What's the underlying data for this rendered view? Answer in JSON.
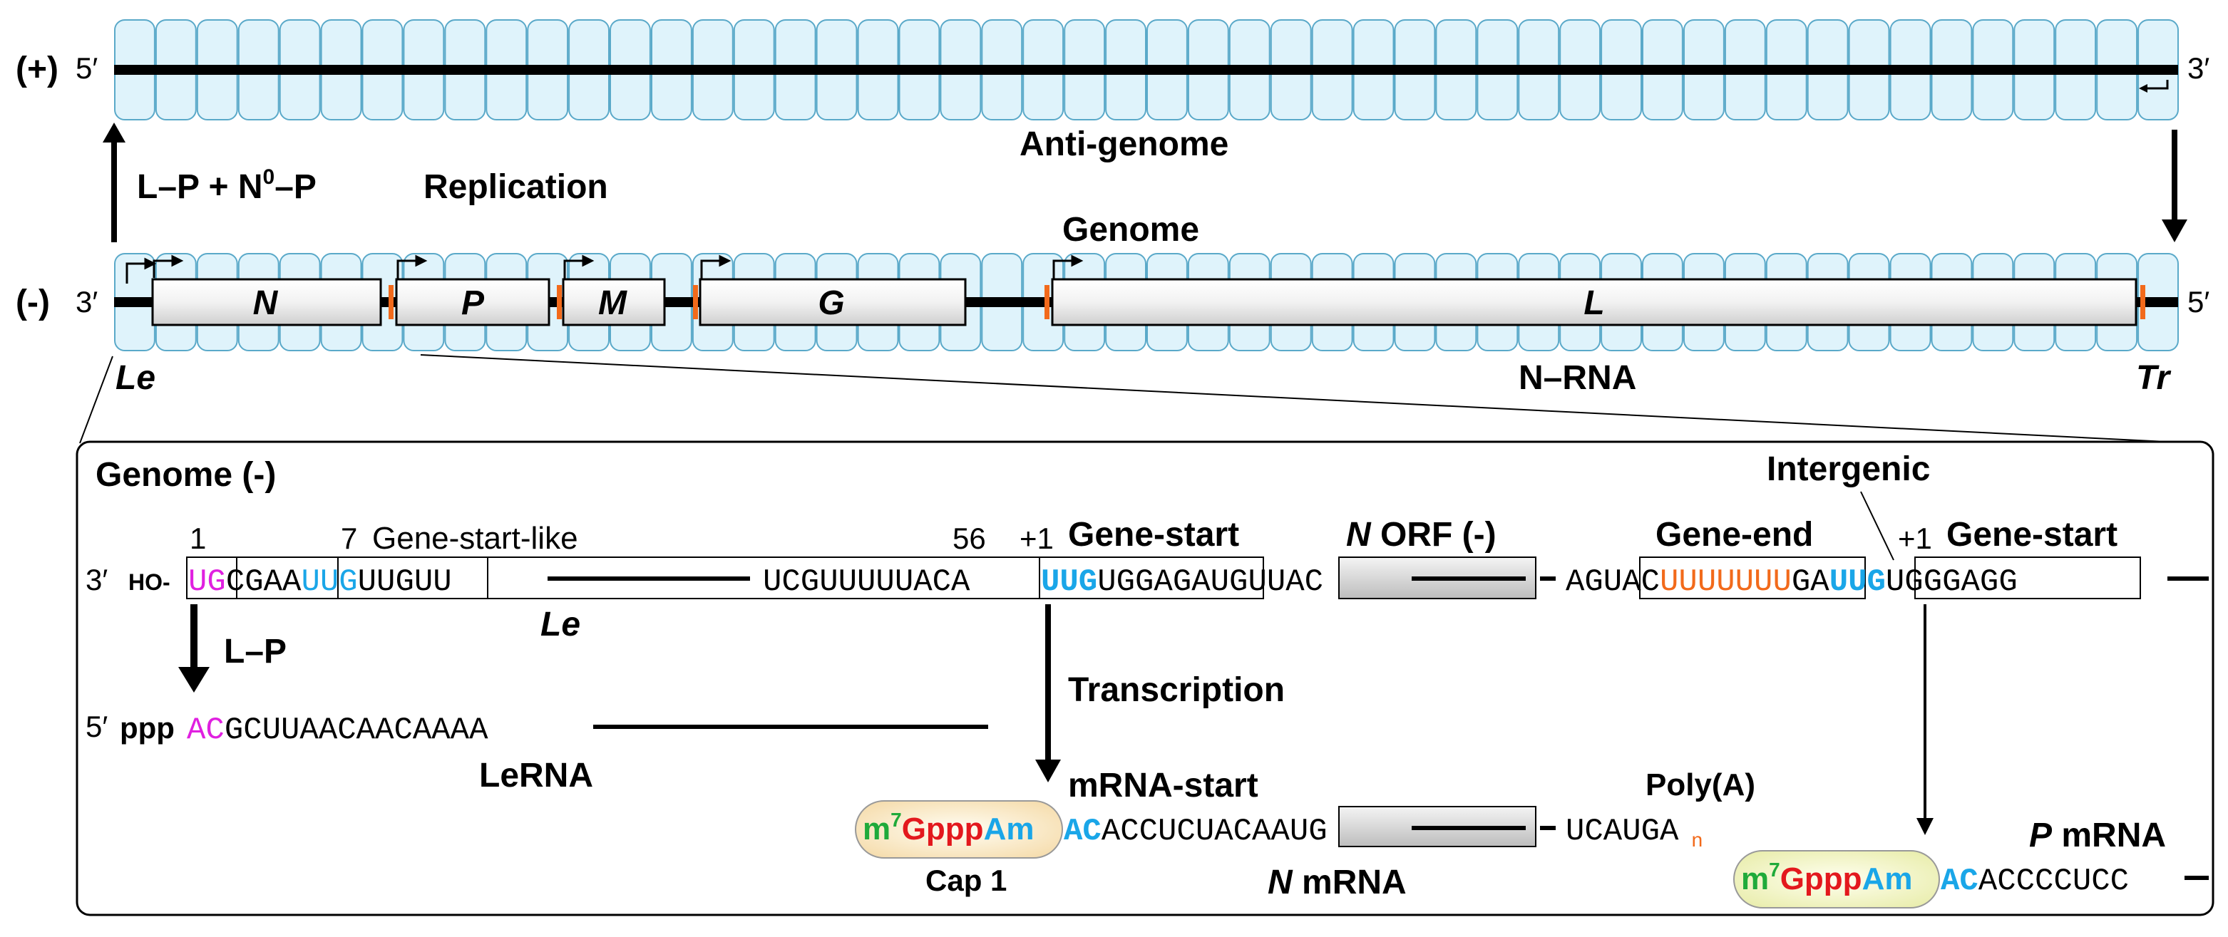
{
  "colors": {
    "nucleocapsid_fill": "#dff3fb",
    "nucleocapsid_stroke": "#5aa9c9",
    "orange": "#f26a1b",
    "magenta": "#e020e0",
    "cyan": "#1aa6e8",
    "green": "#1faa3a",
    "red": "#e3181d",
    "box_gray": "#dcdcdc",
    "cap_fill": "#fbeec9"
  },
  "top": {
    "plus_label": "(+)",
    "five_prime_left": "5′",
    "three_prime_right": "3′",
    "antigenome_label": "Anti-genome",
    "lp_n0p_label": "L–P + N",
    "lp_n0p_sup": "0",
    "lp_n0p_tail": "–P",
    "replication_label": "Replication",
    "genome_label": "Genome",
    "minus_label": "(-)",
    "three_prime_left": "3′",
    "five_prime_right": "5′",
    "le_label": "Le",
    "tr_label": "Tr",
    "nrna_label": "N–RNA",
    "genes": [
      {
        "name": "N"
      },
      {
        "name": "P"
      },
      {
        "name": "M"
      },
      {
        "name": "G"
      },
      {
        "name": "L"
      }
    ]
  },
  "detail": {
    "genome_minus_label": "Genome (-)",
    "three_prime": "3′",
    "ho": "HO-",
    "pos_1": "1",
    "pos_7": "7",
    "gene_start_like": "Gene-start-like",
    "pos_56": "56",
    "pos_plus1": "+1",
    "gene_start_1": "Gene-start",
    "n_orf_italic": "N",
    "n_orf_rest": " ORF (-)",
    "gene_end": "Gene-end",
    "intergenic": "Intergenic",
    "pos_plus1_b": "+1",
    "gene_start_2": "Gene-start",
    "seq": {
      "ug": "UG",
      "cgaa": "CGAA",
      "uug": "UUG",
      "uuguu": "UUGUU",
      "mid": "UCGUUUUUACA",
      "uug2": "UUG",
      "uggagauguuac": "UGGAGAUGUUAC",
      "agu": "AGU",
      "ac": "AC",
      "u7": "UUUUUUU",
      "ga": "GA",
      "uug3": "UUG",
      "ugggagg": "UGGGAGG"
    },
    "le_label": "Le",
    "lp_label": "L–P",
    "transcription_label": "Transcription",
    "lerna": {
      "five_prime": "5′",
      "ppp": "ppp",
      "ac": "AC",
      "rest": "GCUUAACAACAAAA",
      "label": "LeRNA"
    },
    "mrna_start_label": "mRNA-start",
    "poly_a_label": "Poly(A)",
    "cap1": {
      "m": "m",
      "sup7": "7",
      "gppp": "Gppp",
      "am": "Am",
      "label": "Cap 1"
    },
    "n_mrna_seq_ac": "AC",
    "n_mrna_seq_rest": "ACCUCUACAAUG",
    "ucauga": "UCAUGA",
    "an_sub": "n",
    "n_mrna_italic": "N",
    "n_mrna_rest": " mRNA",
    "p_mrna_italic": "P",
    "p_mrna_rest": " mRNA",
    "cap2": {
      "m": "m",
      "sup7": "7",
      "gppp": "Gppp",
      "am": "Am"
    },
    "p_mrna_seq_ac": "AC",
    "p_mrna_seq_rest": "ACCCCUCC"
  }
}
